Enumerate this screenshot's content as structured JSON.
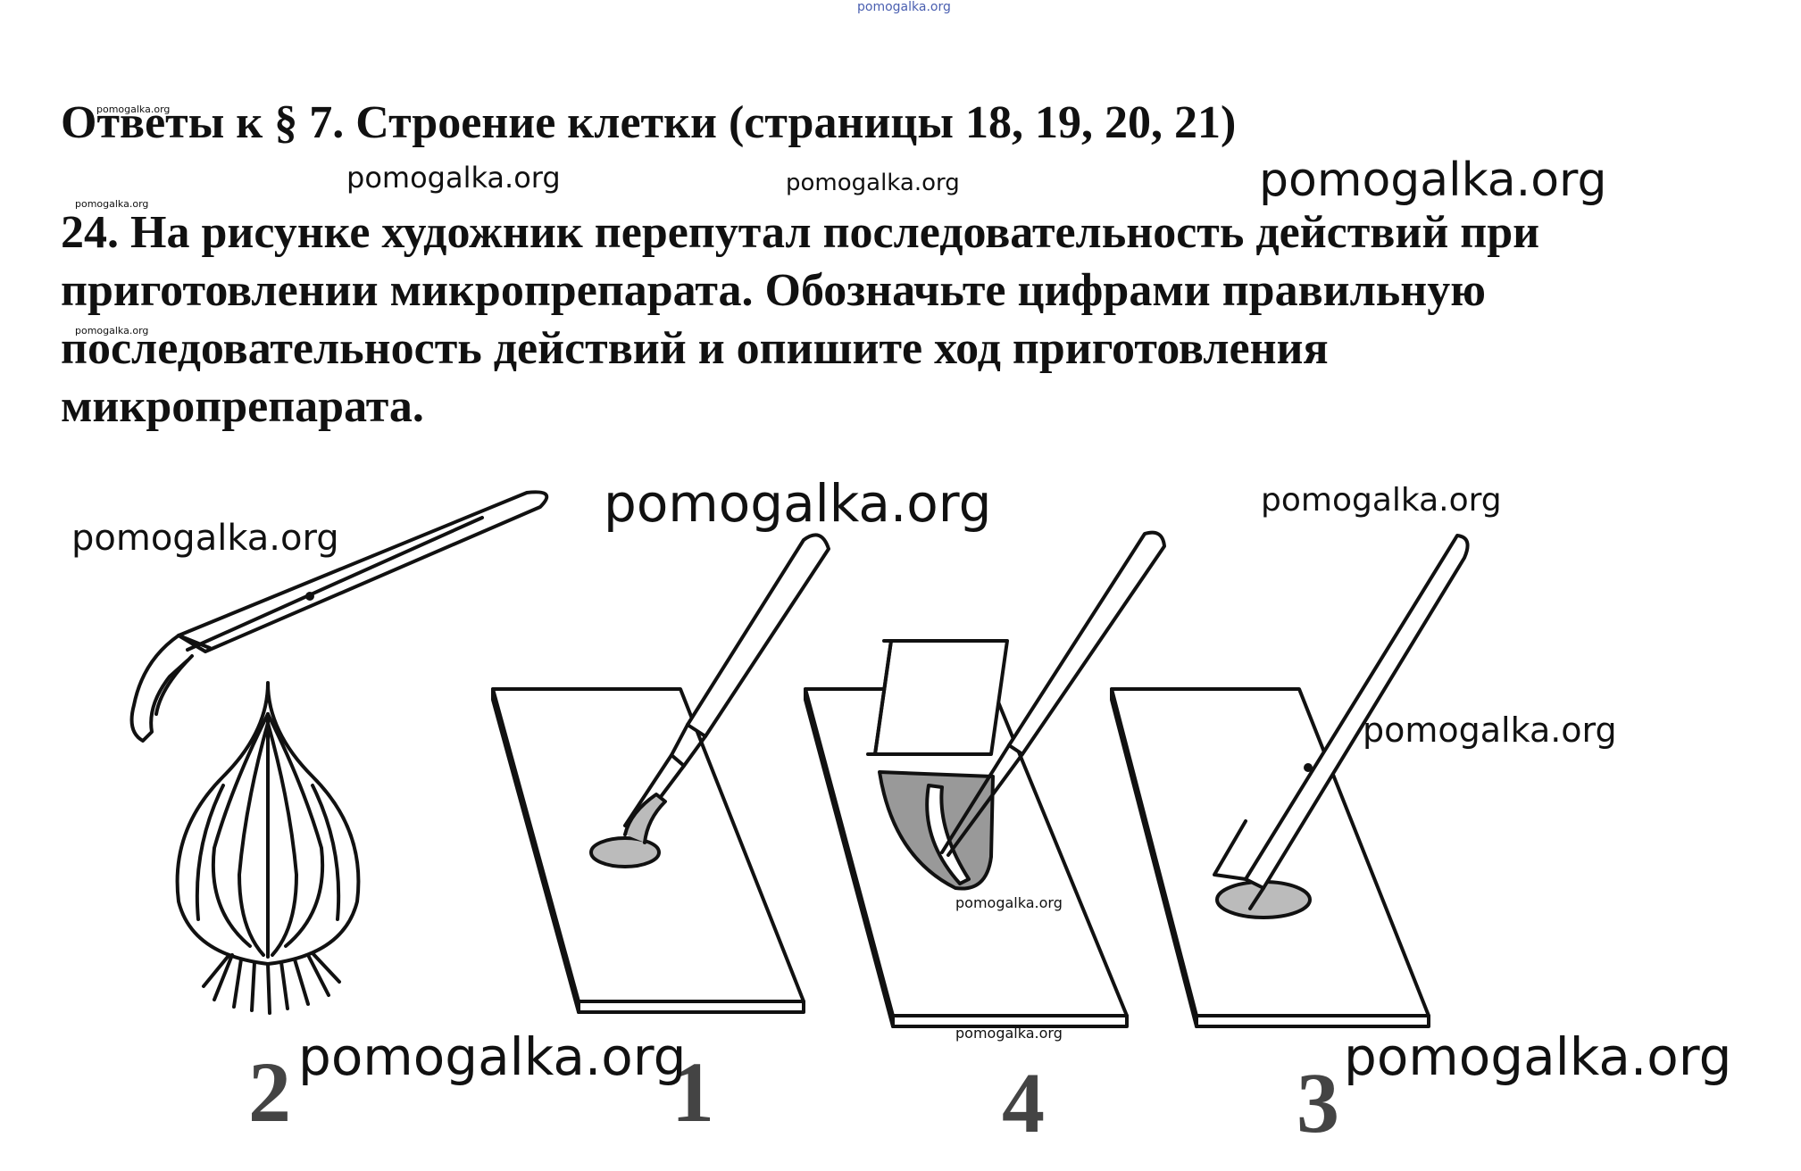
{
  "watermarks": {
    "top": "pomogalka.org",
    "tiny_1": "pomogalka.org",
    "tiny_2": "pomogalka.org",
    "tiny_3": "pomogalka.org",
    "mid_1": "pomogalka.org",
    "mid_2": "pomogalka.org",
    "big_1": "pomogalka.org",
    "fig_a": "pomogalka.org",
    "fig_b": "pomogalka.org",
    "fig_c": "pomogalka.org",
    "fig_d": "pomogalka.org",
    "fig_e": "pomogalka.org",
    "fig_f": "pomogalka.org",
    "bottom_1": "pomogalka.org",
    "bottom_2": "pomogalka.org"
  },
  "heading": "Ответы к § 7. Строение клетки (страницы 18, 19, 20, 21)",
  "question": {
    "line1": "24. На рисунке художник перепутал последовательность действий при",
    "line2": "приготовлении микропрепарата. Обозначьте цифрами правильную",
    "line3": "последовательность действий и опишите ход приготовления",
    "line4": "микропрепарата."
  },
  "figure_labels": [
    "2",
    "1",
    "4",
    "3"
  ]
}
